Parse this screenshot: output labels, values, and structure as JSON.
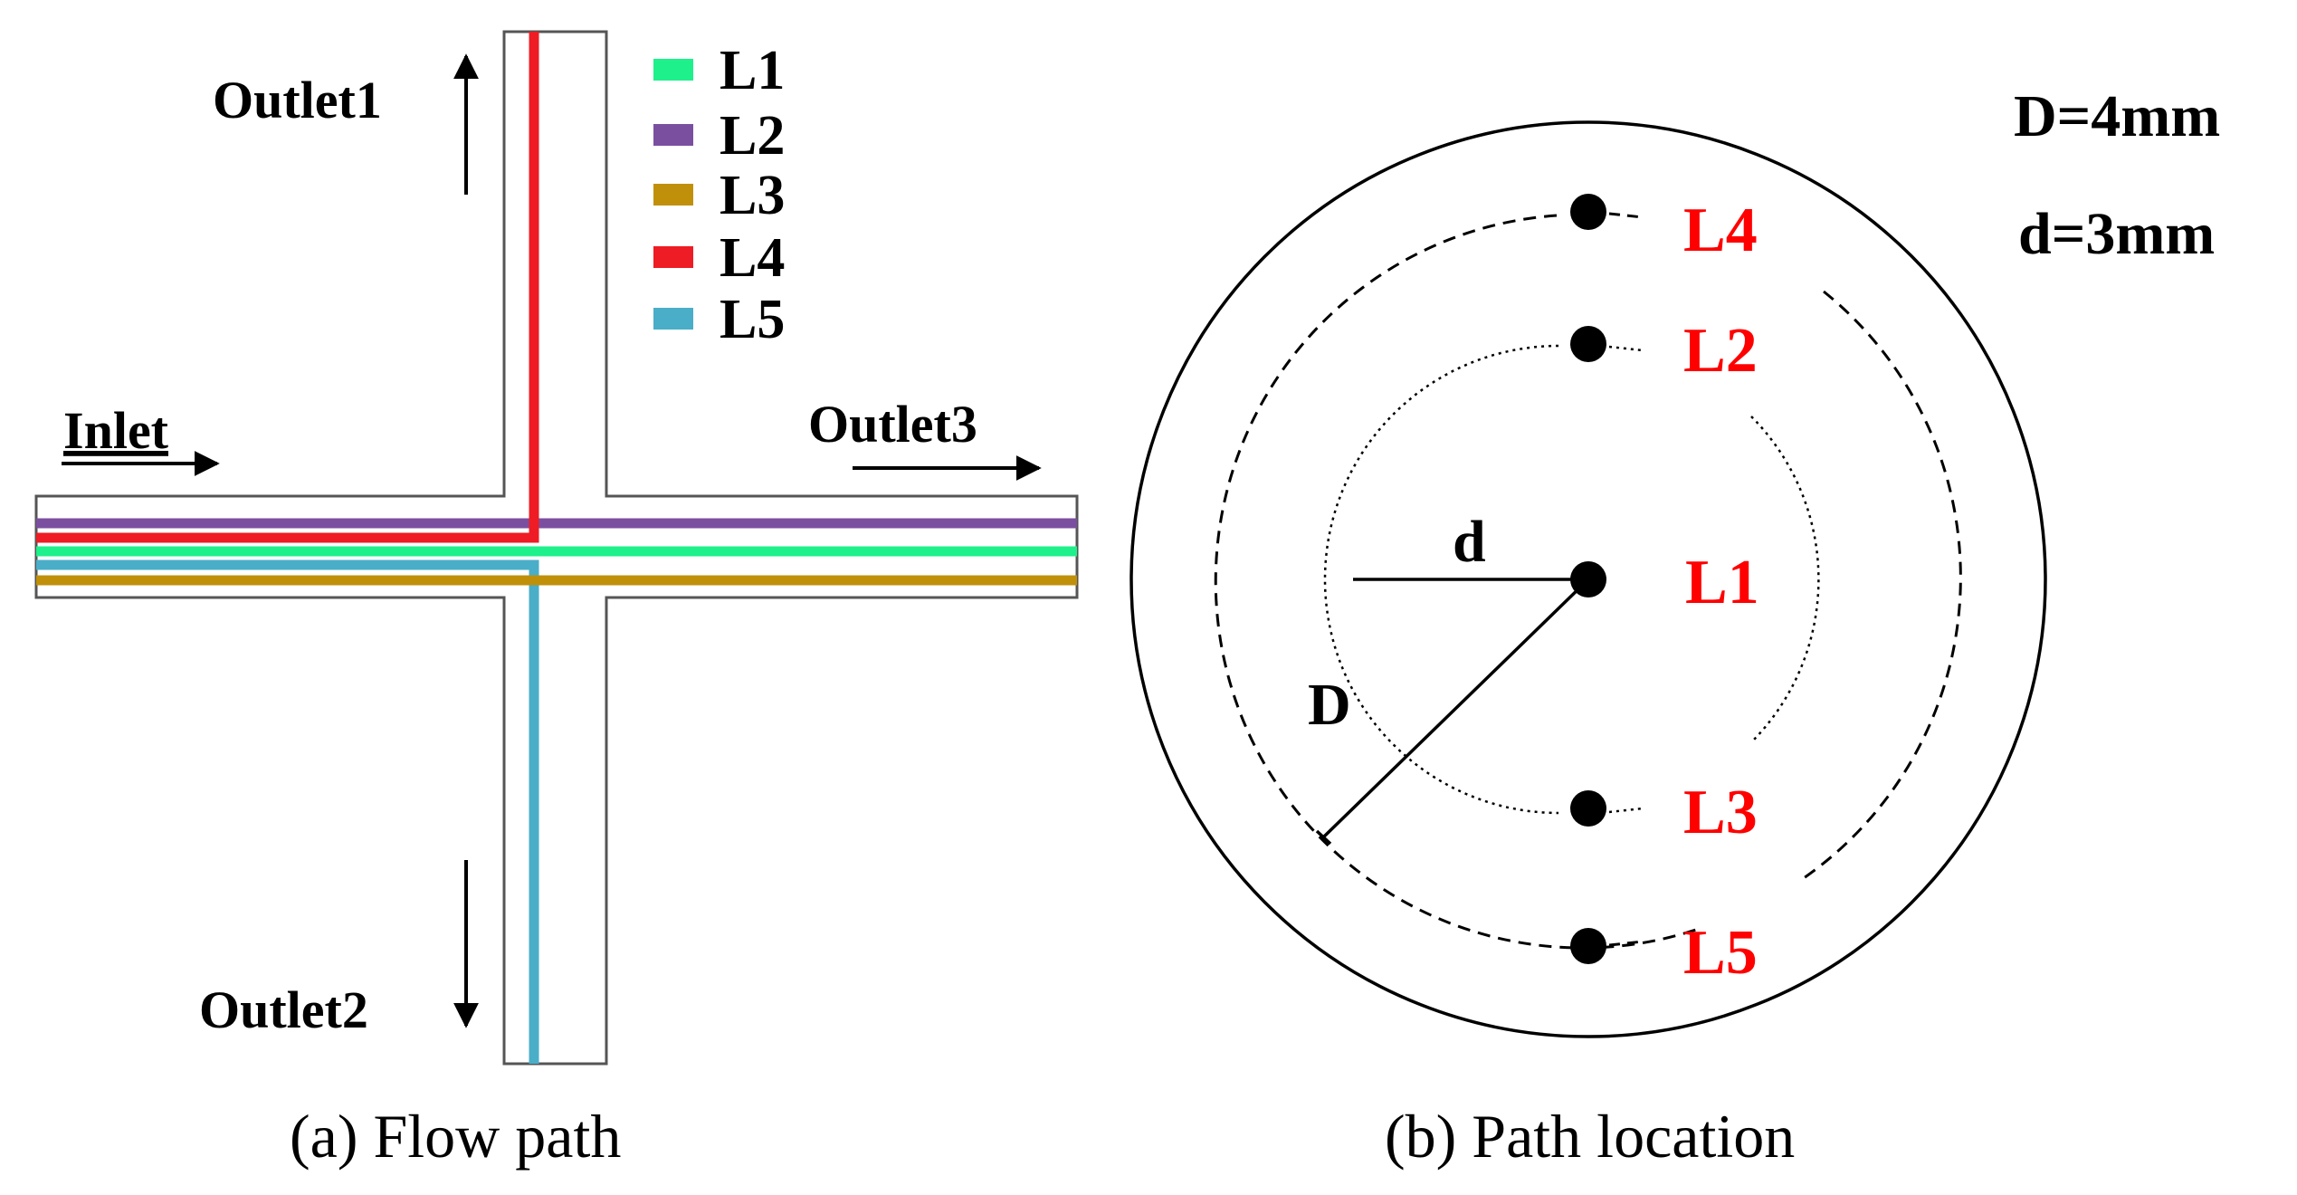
{
  "panel_a": {
    "caption": "(a) Flow path",
    "labels": {
      "inlet": "Inlet",
      "outlet1": "Outlet1",
      "outlet2": "Outlet2",
      "outlet3": "Outlet3"
    },
    "legend": [
      {
        "label": "L1",
        "color": "#1ef08c"
      },
      {
        "label": "L2",
        "color": "#7b4fa0"
      },
      {
        "label": "L3",
        "color": "#c0900a"
      },
      {
        "label": "L4",
        "color": "#ee1c24"
      },
      {
        "label": "L5",
        "color": "#4aaec8"
      }
    ]
  },
  "panel_b": {
    "caption": "(b) Path location",
    "dims": {
      "big_d": "D=4mm",
      "small_d": "d=3mm"
    },
    "radius_labels": {
      "big": "D",
      "small": "d"
    },
    "points": [
      {
        "label": "L4"
      },
      {
        "label": "L2"
      },
      {
        "label": "L1"
      },
      {
        "label": "L3"
      },
      {
        "label": "L5"
      }
    ],
    "point_label_color": "#ff0000"
  }
}
